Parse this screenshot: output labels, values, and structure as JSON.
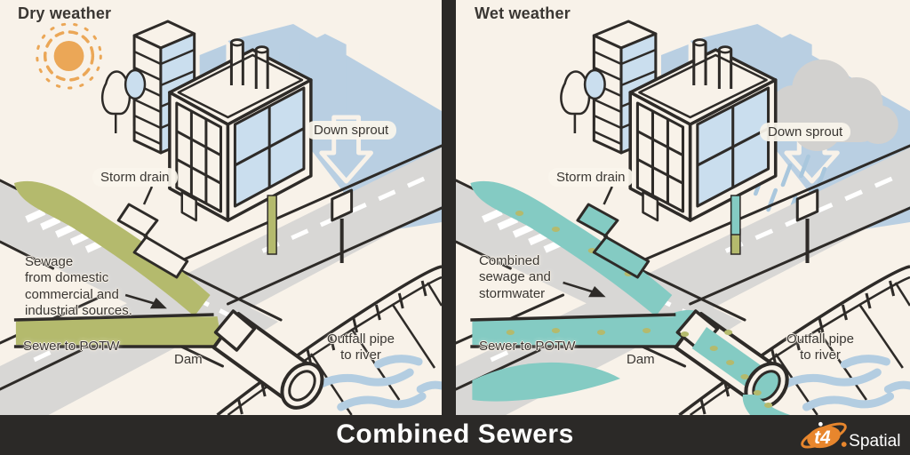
{
  "panels": [
    {
      "id": "dry",
      "title": "Dry weather",
      "weather_icon": "sun-icon",
      "flow_color": "#b4ba6d",
      "labels": {
        "down_sprout": "Down sprout",
        "storm_drain": "Storm drain",
        "flow_description": "Sewage\nfrom domestic\ncommercial and\nindustrial sources.",
        "sewer_to_potw": "Sewer to POTW",
        "dam": "Dam",
        "outfall_pipe": "Outfall pipe\nto river"
      }
    },
    {
      "id": "wet",
      "title": "Wet weather",
      "weather_icon": "rain-cloud-icon",
      "flow_color": "#84cbc3",
      "labels": {
        "down_sprout": "Down sprout",
        "storm_drain": "Storm drain",
        "flow_description": "Combined\nsewage and\nstormwater",
        "sewer_to_potw": "Sewer to POTW",
        "dam": "Dam",
        "outfall_pipe": "Outfall pipe\nto river"
      }
    }
  ],
  "footer": {
    "title": "Combined Sewers",
    "logo": {
      "prefix": "t4",
      "suffix": "Spatial"
    }
  },
  "colors": {
    "background": "#f8f2e9",
    "outline": "#2e2b28",
    "road": "#d8d7d5",
    "building_blue": "#b9cfe2",
    "window_blue": "#cadeee",
    "sewage_olive": "#b4ba6d",
    "storm_teal": "#84cbc3",
    "cloud_gray": "#d2d1cf",
    "rain_blue": "#a9c7dd",
    "river_blue": "#b3cde1",
    "footer_bg": "#2b2927",
    "footer_text": "#ffffff",
    "accent_orange": "#eba757",
    "logo_orange": "#e8862d",
    "label_text": "#3a3733"
  }
}
